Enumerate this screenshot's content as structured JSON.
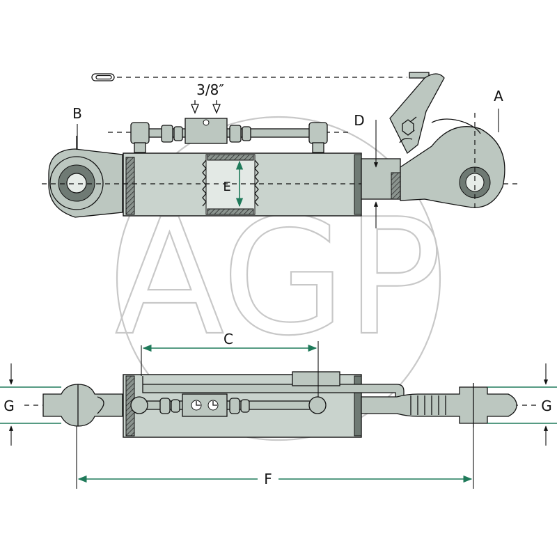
{
  "watermark": {
    "text": "AGP"
  },
  "thread_label": "3/8″",
  "dimensions": {
    "A": "A",
    "B": "B",
    "C": "C",
    "D": "D",
    "E": "E",
    "F": "F",
    "G_left": "G",
    "G_right": "G"
  },
  "colors": {
    "body": "#c9d3cd",
    "dimension_lines": "#1f7a5a",
    "watermark": "#c8c8c8"
  }
}
